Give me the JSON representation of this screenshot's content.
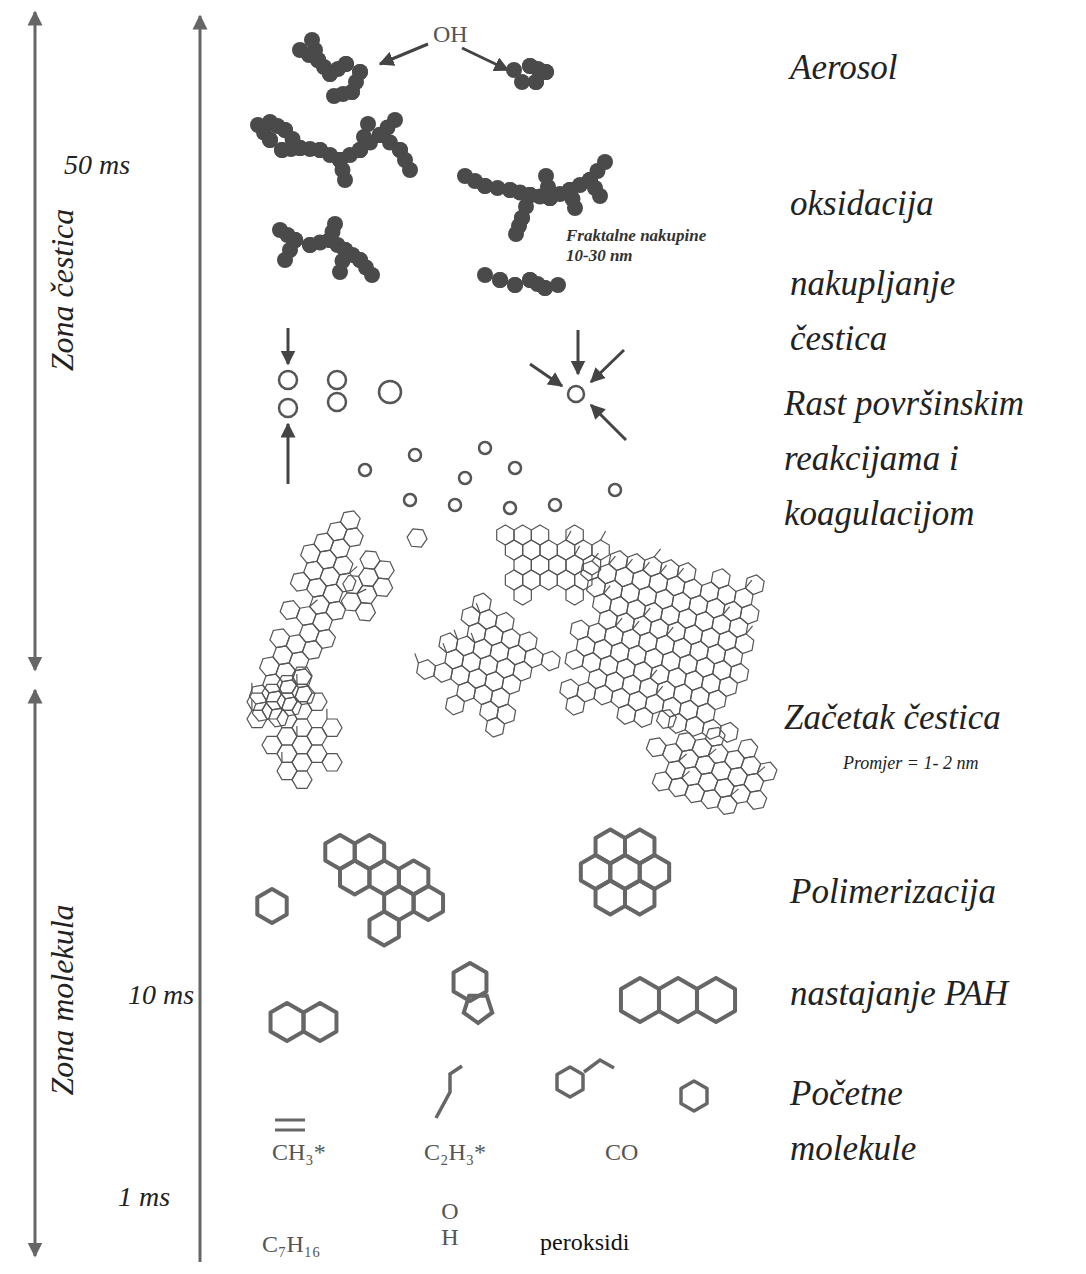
{
  "diagram": {
    "labels": [
      "OH",
      "Aerosol",
      "50 ms",
      "oksidacija",
      "Fraktalne nakupine 10-30 nm",
      "nakupljanje čestica",
      "Zona čestica",
      "Rast površinskim reakcijama i koagulacijom",
      "Začetak čestica",
      "Promjer = 1- 2 nm",
      "Polimerizacija",
      "Zona molekula",
      "10 ms",
      "nastajanje PAH",
      "Početne molekule",
      "CH₃*",
      "C₂H₃*",
      "CO",
      "1 ms",
      "C₇H₁₆",
      "O H",
      "peroksidi"
    ]
  }
}
